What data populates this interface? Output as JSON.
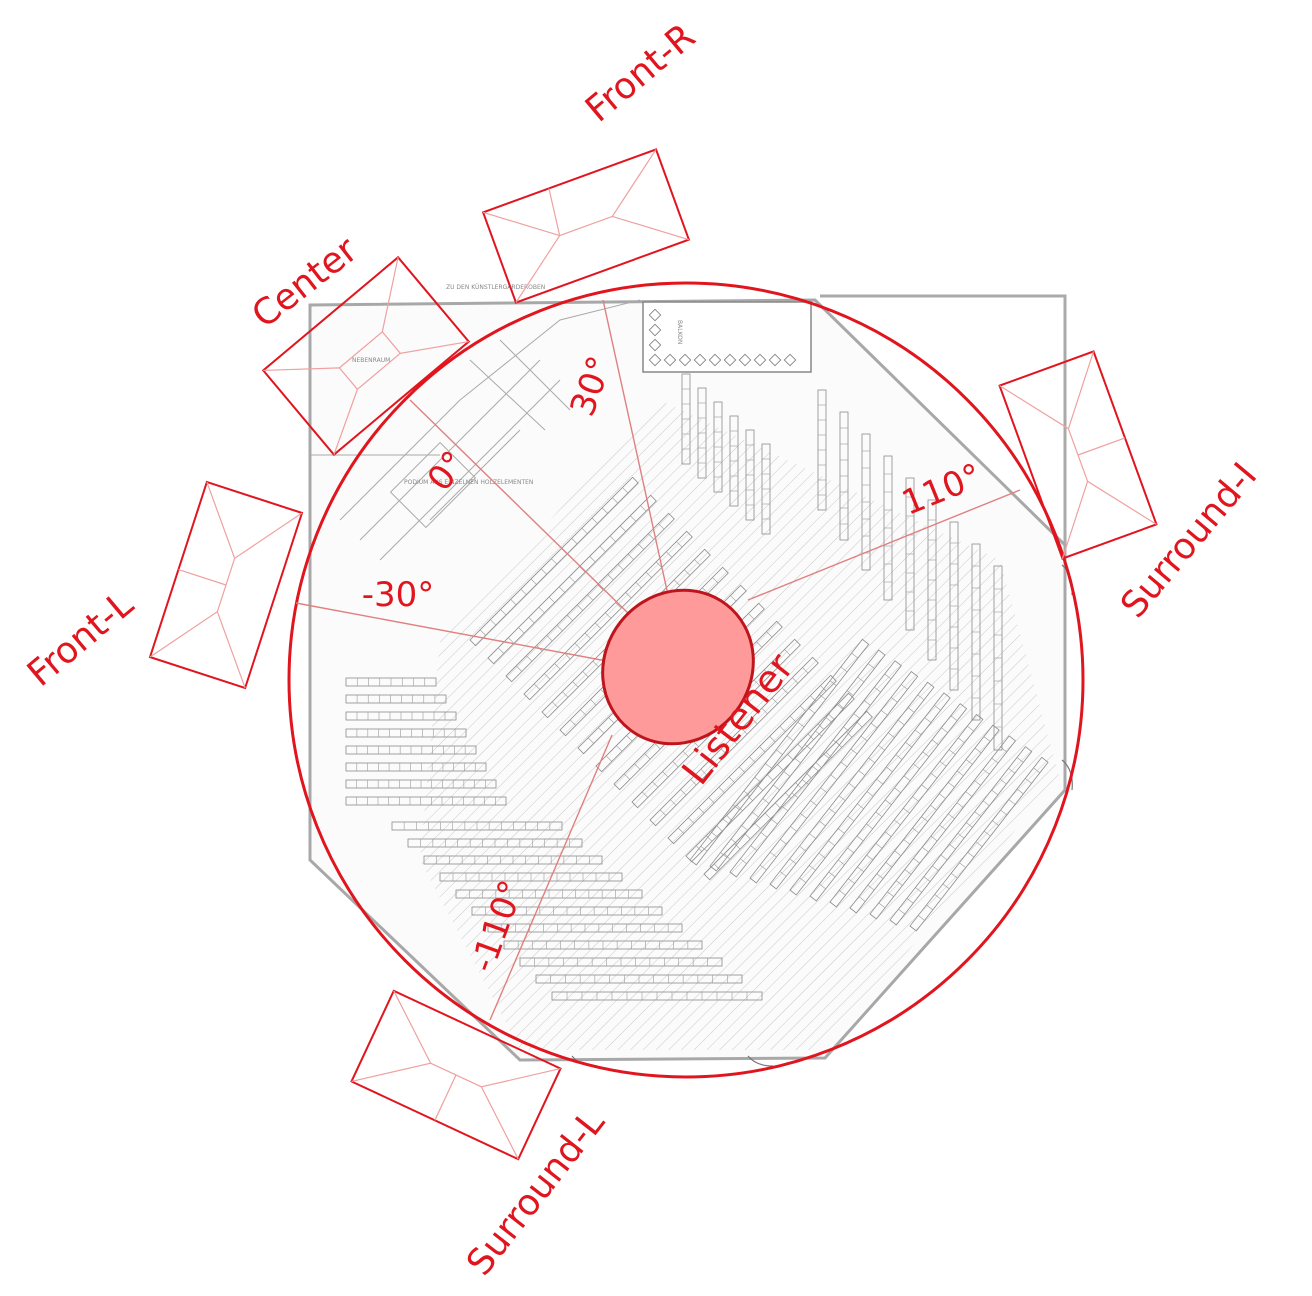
{
  "speakers": {
    "center": "Center",
    "front_r": "Front-R",
    "front_l": "Front-L",
    "surround_r": "Surround-I",
    "surround_l": "Surround-L"
  },
  "listener_label": "Listener",
  "angles": {
    "center": "0°",
    "front_r": "30°",
    "front_l": "-30°",
    "surround_r": "110°",
    "surround_l": "-110°"
  },
  "plan_text": {
    "top_note": "ZU DEN KÜNSTLERGARDEROBEN",
    "side_room": "NEBENRAUM",
    "podium": "PODIUM AUS EINZELNEN HOLZELEMENTEN",
    "balcony": "BALKON"
  },
  "colors": {
    "accent": "#e0151e",
    "listener_fill": "#ff9a9a",
    "plan_lines": "#9a9a9a"
  }
}
